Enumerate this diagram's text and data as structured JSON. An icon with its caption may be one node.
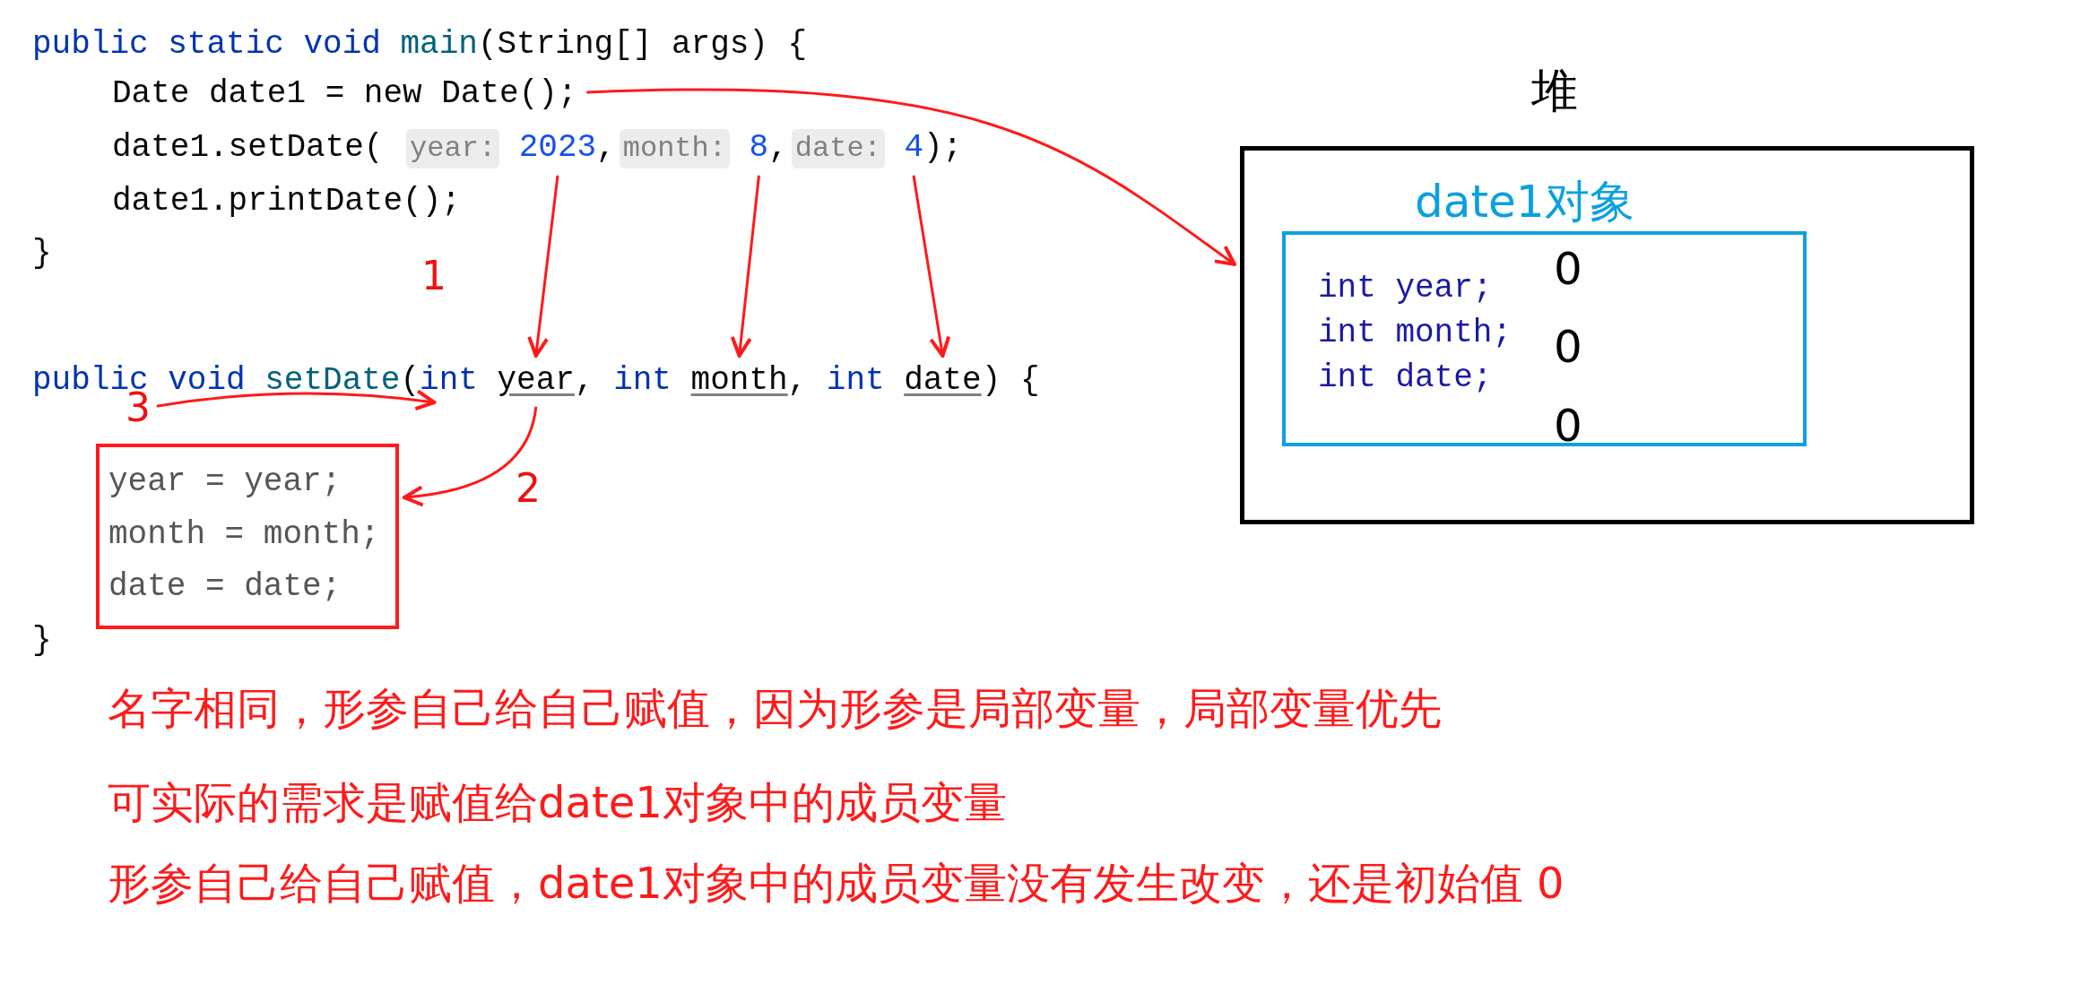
{
  "diagram": {
    "nodes": [
      {
        "text": [
          "Date date1 = new Date();"
        ]
      },
      {
        "text": [
          "2023"
        ]
      },
      {
        "text": [
          "8"
        ]
      },
      {
        "text": [
          "4"
        ]
      },
      {
        "text": [
          "堆"
        ]
      },
      {
        "text": [
          "date1对象"
        ],
        "in": 4
      },
      {
        "text": [
          "int year;"
        ],
        "in": 5,
        "beside": [
          "0"
        ]
      },
      {
        "text": [
          "int month;"
        ],
        "in": 5,
        "beside": [
          "0"
        ]
      },
      {
        "text": [
          "int date;"
        ],
        "in": 5,
        "beside": [
          "0"
        ]
      },
      {
        "text": [
          "year"
        ]
      },
      {
        "text": [
          "month"
        ]
      },
      {
        "text": [
          "date"
        ]
      },
      {
        "text": [
          "3"
        ]
      },
      {
        "text": [],
        "shape": "box"
      },
      {
        "text": [
          "year = year;"
        ],
        "in": 13
      },
      {
        "text": [
          "month = month;"
        ],
        "in": 13
      },
      {
        "text": [
          "date = date;"
        ],
        "in": 13
      }
    ],
    "edges": [
      {
        "from": 0,
        "to": 4,
        "arrow": "to"
      },
      {
        "from": 1,
        "to": 9,
        "arrow": "to"
      },
      {
        "from": 2,
        "to": 10,
        "arrow": "to"
      },
      {
        "from": 3,
        "to": 11,
        "arrow": "to"
      },
      {
        "from": 12,
        "to": 9,
        "arrow": "to"
      },
      {
        "from": 9,
        "to": 13,
        "arrow": "to",
        "label": "2"
      }
    ],
    "labels": [
      "public static void",
      "main",
      "(String[] args) {",
      "date1.setDate(",
      "year:",
      ",",
      "month:",
      ",",
      "date:",
      ");",
      "date1.printDate();",
      "}",
      "1",
      "public void",
      "setDate",
      "(",
      "int",
      ",",
      "int",
      ",",
      "int",
      ") {",
      "}",
      "名字相同，形参自己给自己赋值，因为形参是局部变量，局部变量优先",
      "可实际的需求是赋值给date1对象中的成员变量",
      "形参自己给自己赋值，date1对象中的成员变量没有发生改变，还是初始值 0"
    ]
  }
}
